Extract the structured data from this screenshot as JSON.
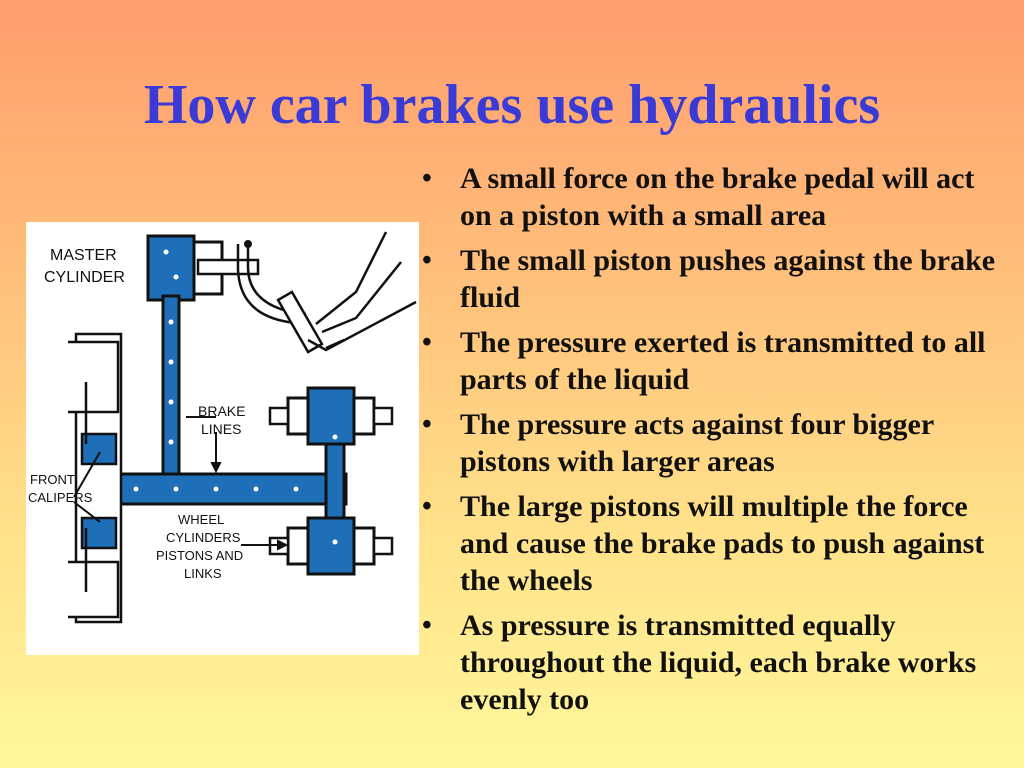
{
  "slide": {
    "title": "How car brakes use hydraulics",
    "bullets": [
      "A small force on the brake pedal will act on a piston with a small area",
      "The small piston pushes against the brake fluid",
      "The pressure exerted is transmitted to all parts of the liquid",
      "The pressure acts against four bigger pistons with larger areas",
      "The large pistons will multiple the force and cause the brake pads to push against the wheels",
      "As pressure is transmitted equally throughout the liquid, each brake works evenly too"
    ]
  },
  "diagram": {
    "labels": {
      "master_1": "MASTER",
      "master_2": "CYLINDER",
      "brake_1": "BRAKE",
      "brake_2": "LINES",
      "front_1": "FRONT",
      "front_2": "CALIPERS",
      "wheel_1": "WHEEL",
      "wheel_2": "CYLINDERS",
      "wheel_3": "PISTONS AND",
      "wheel_4": "LINKS"
    },
    "colors": {
      "fluid": "#1E6FB8",
      "outline": "#111111"
    }
  }
}
